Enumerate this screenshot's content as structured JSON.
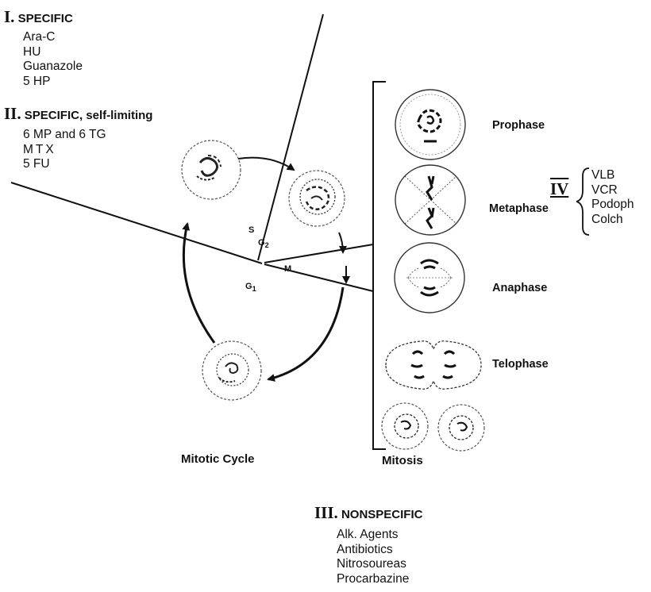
{
  "groups": {
    "specific": {
      "numeral": "I.",
      "title": "SPECIFIC",
      "drugs": [
        "Ara-C",
        "HU",
        "Guanazole",
        "5 HP"
      ]
    },
    "specific_self_limiting": {
      "numeral": "II.",
      "title": "SPECIFIC, self-limiting",
      "drugs": [
        "6 MP and 6 TG",
        "MTX",
        "5 FU"
      ]
    },
    "nonspecific": {
      "numeral": "III.",
      "title": "NONSPECIFIC",
      "drugs": [
        "Alk. Agents",
        "Antibiotics",
        "Nitrosoureas",
        "Procarbazine"
      ]
    },
    "metaphase_agents": {
      "numeral": "IV",
      "drugs": [
        "VLB",
        "VCR",
        "Podoph",
        "Colch"
      ]
    }
  },
  "cycle": {
    "phases": {
      "s": "S",
      "g2_main": "G",
      "g2_sub": "2",
      "g1_main": "G",
      "g1_sub": "1",
      "m": "M"
    },
    "caption": "Mitotic Cycle"
  },
  "mitosis": {
    "stages": [
      "Prophase",
      "Metaphase",
      "Anaphase",
      "Telophase"
    ],
    "caption": "Mitosis"
  }
}
